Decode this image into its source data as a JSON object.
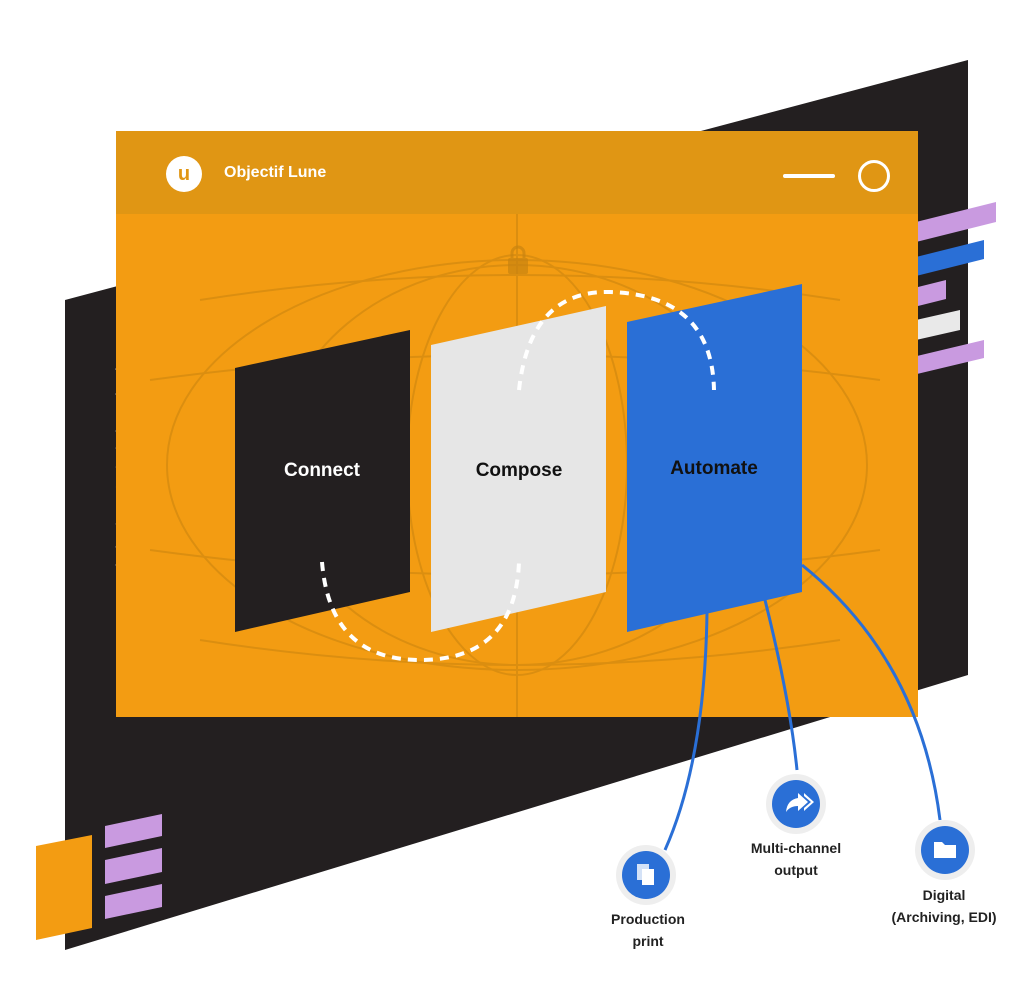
{
  "window": {
    "title": "Objectif Lune",
    "logo_letter": "u",
    "controls": [
      "minimize",
      "close"
    ]
  },
  "stages": [
    {
      "label": "Connect",
      "color": "#231f20",
      "text_color": "#ffffff"
    },
    {
      "label": "Compose",
      "color": "#e6e6e6",
      "text_color": "#111111"
    },
    {
      "label": "Automate",
      "color": "#2a6fd6",
      "text_color": "#111111"
    }
  ],
  "outputs": [
    {
      "lines": [
        "Production",
        "print"
      ],
      "icon": "documents-icon"
    },
    {
      "lines": [
        "Multi-channel",
        "output"
      ],
      "icon": "forward-arrows-icon"
    },
    {
      "lines": [
        "Digital",
        "(Archiving, EDI)"
      ],
      "icon": "folder-icon"
    }
  ],
  "colors": {
    "orange": "#f39c12",
    "titlebar": "#e09614",
    "dark": "#231f20",
    "blue": "#2a6fd6",
    "light_gray": "#e6e6e6",
    "lavender": "#c99ae0"
  }
}
